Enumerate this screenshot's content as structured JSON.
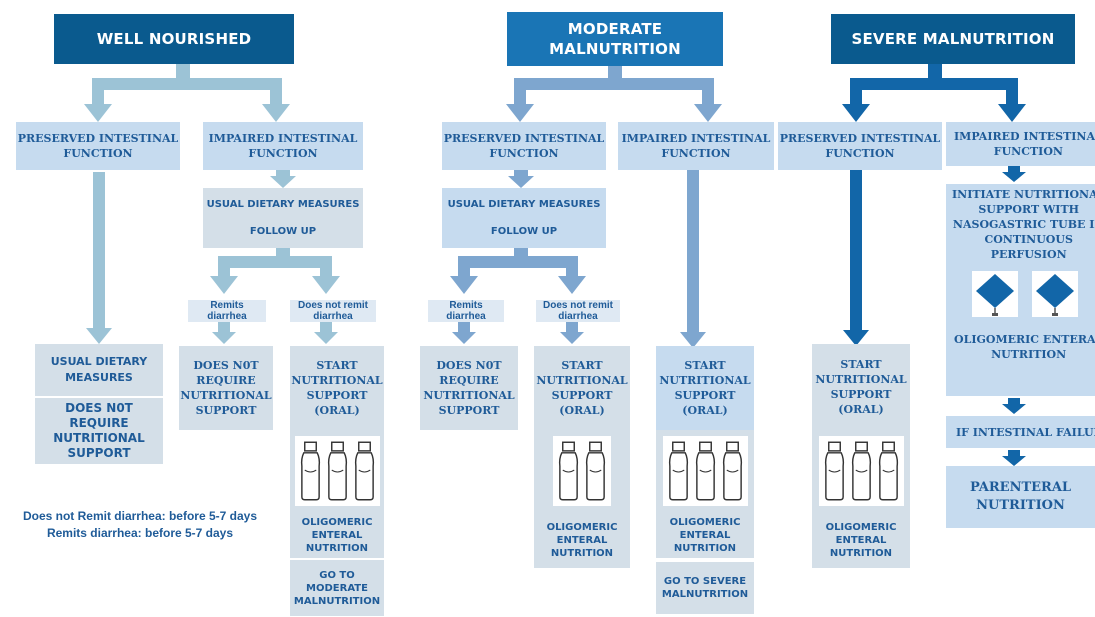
{
  "headers": {
    "well": "WELL NOURISHED",
    "moderate": "MODERATE\nMALNUTRITION",
    "severe": "SEVERE MALNUTRITION"
  },
  "well": {
    "preserved": "PRESERVED INTESTINAL\nFUNCTION",
    "impaired": "IMPAIRED INTESTINAL\nFUNCTION",
    "usual_diet": "USUAL DIETARY MEASURES",
    "follow_up": "FOLLOW UP",
    "remits": "Remits\ndiarrhea",
    "not_remit": "Does not remit\ndiarrhea",
    "does_not_require_small": "DOES N0T\nREQUIRE\nNUTRITIONAL\nSUPPORT",
    "start_support": "START\nNUTRITIONAL\nSUPPORT\n(ORAL)",
    "oligomeric": "OLIGOMERIC\nENTERAL\nNUTRITION",
    "go_to_moderate": "GO TO\nMODERATE\nMALNUTRITION",
    "usual_diet_left": "USUAL DIETARY\nMEASURES",
    "does_not_require_left": "DOES N0T REQUIRE\nNUTRITIONAL\nSUPPORT"
  },
  "moderate": {
    "preserved": "PRESERVED INTESTINAL\nFUNCTION",
    "impaired": "IMPAIRED INTESTINAL\nFUNCTION",
    "usual_diet": "USUAL DIETARY MEASURES",
    "follow_up": "FOLLOW UP",
    "remits": "Remits\ndiarrhea",
    "not_remit": "Does not remit\ndiarrhea",
    "does_not_require": "DOES N0T\nREQUIRE\nNUTRITIONAL\nSUPPORT",
    "start_support_a": "START\nNUTRITIONAL\nSUPPORT\n(ORAL)",
    "oligomeric_a": "OLIGOMERIC\nENTERAL\nNUTRITION",
    "start_support_b": "START\nNUTRITIONAL\nSUPPORT\n(ORAL)",
    "oligomeric_b": "OLIGOMERIC\nENTERAL\nNUTRITION",
    "go_to_severe": "GO TO SEVERE\nMALNUTRITION"
  },
  "severe": {
    "preserved": "PRESERVED INTESTINAL\nFUNCTION",
    "impaired": "IMPAIRED INTESTINAL\nFUNCTION",
    "start_support": "START\nNUTRITIONAL\nSUPPORT\n(ORAL)",
    "oligomeric": "OLIGOMERIC\nENTERAL\nNUTRITION",
    "initiate": "INITIATE NUTRITIONAL\nSUPPORT WITH\nNASOGASTRIC TUBE IN\nCONTINUOUS\nPERFUSION",
    "oligomeric_enteral": "OLIGOMERIC ENTERAL\nNUTRITION",
    "if_failure": "IF INTESTINAL FAILURE",
    "parenteral": "PARENTERAL\nNUTRITION"
  },
  "legend": {
    "line1": "Does not Remit diarrhea: before 5-7 days",
    "line2": "Remits diarrhea: before 5-7 days"
  },
  "colors": {
    "header_dark": "#0a5a8e",
    "header_mid": "#1a75b5",
    "arrow_light": "#9cc3d6",
    "arrow_mid": "#7ea6cf",
    "arrow_dark": "#1266a8",
    "text_blue": "#1f5b98"
  }
}
